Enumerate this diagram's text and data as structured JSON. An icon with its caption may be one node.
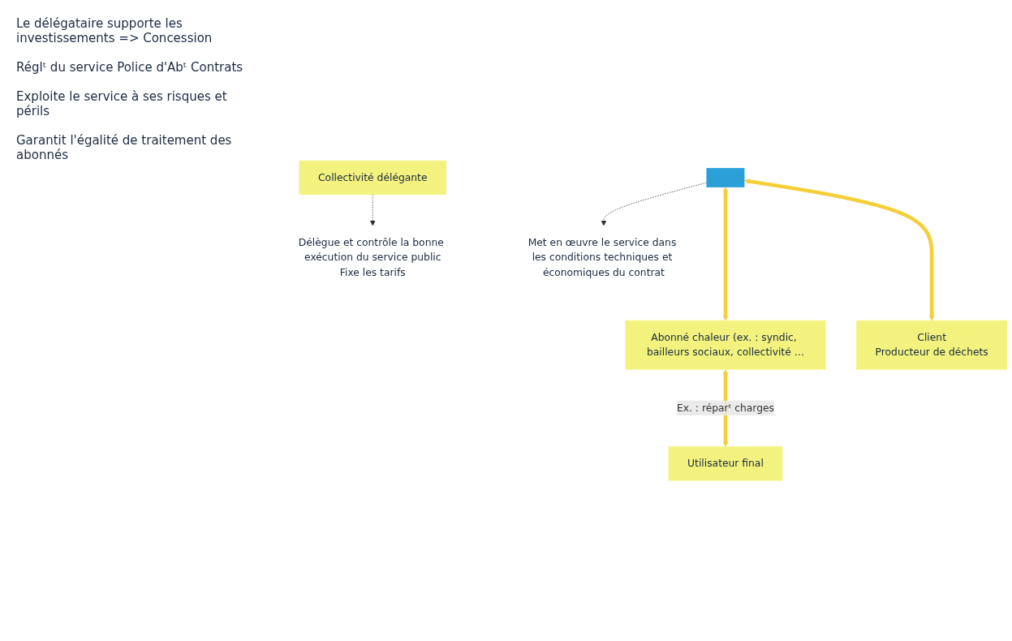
{
  "diagram": {
    "nodes": [
      {
        "text": [
          "Collectivité délégante"
        ]
      },
      {
        "text": [
          "Délègue et contrôle la bonne exécution du service public",
          "Fixe les tarifs"
        ]
      },
      {
        "text": [],
        "shape": "box"
      },
      {
        "text": [
          "Met en œuvre le service dans les conditions techniques et économiques du contrat"
        ]
      },
      {
        "text": [
          "Abonné chaleur (ex. : syndic, bailleurs sociaux, collectivité …"
        ]
      },
      {
        "text": [
          "Client",
          "Producteur de déchets"
        ]
      },
      {
        "text": [
          "Utilisateur final"
        ]
      }
    ],
    "edges": [
      {
        "from": 0,
        "to": 1,
        "arrow": "to",
        "style": "dashed",
        "color": "#333333"
      },
      {
        "from": 2,
        "to": 3,
        "arrow": "to",
        "style": "dashed",
        "color": "#333333"
      },
      {
        "from": 2,
        "to": 4,
        "arrow": "both"
      },
      {
        "from": 2,
        "to": 5,
        "arrow": "both"
      },
      {
        "from": 4,
        "to": 6,
        "arrow": "both",
        "label": "Ex. : réparᵗ charges"
      }
    ],
    "labels": [
      "Le délégataire supporte les investissements => Concession",
      "Réglᵗ du service Police d'Abᵗ Contrats",
      "Exploite le service à ses risques et périls",
      "Garantit l'égalité de traitement des abonnés"
    ]
  }
}
